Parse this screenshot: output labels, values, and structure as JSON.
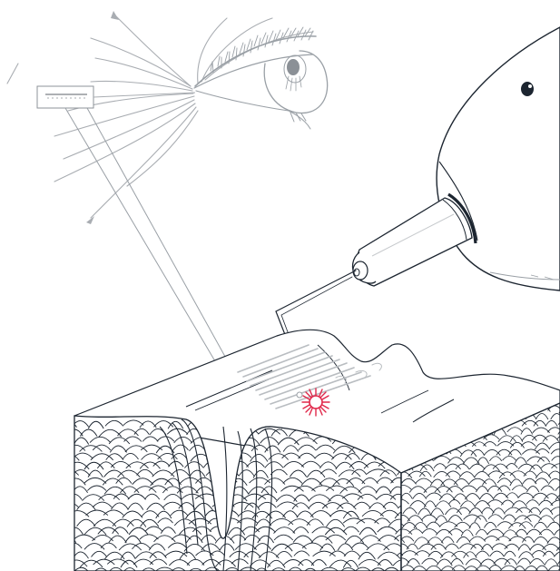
{
  "diagram": {
    "kind": "technical-illustration",
    "colors": {
      "line": "#1c2530",
      "light_line": "#a9adb2",
      "laser": "#e0284a",
      "background": "#ffffff"
    },
    "elements": [
      {
        "name": "eye",
        "icon": "eye-icon"
      },
      {
        "name": "zoom-callout-box",
        "icon": "rectangle"
      },
      {
        "name": "handpiece",
        "icon": "device-icon"
      },
      {
        "name": "needle",
        "icon": "needle-icon"
      },
      {
        "name": "laser-spot",
        "icon": "starburst-icon"
      },
      {
        "name": "skin-cross-section",
        "icon": "tissue-block"
      }
    ]
  }
}
